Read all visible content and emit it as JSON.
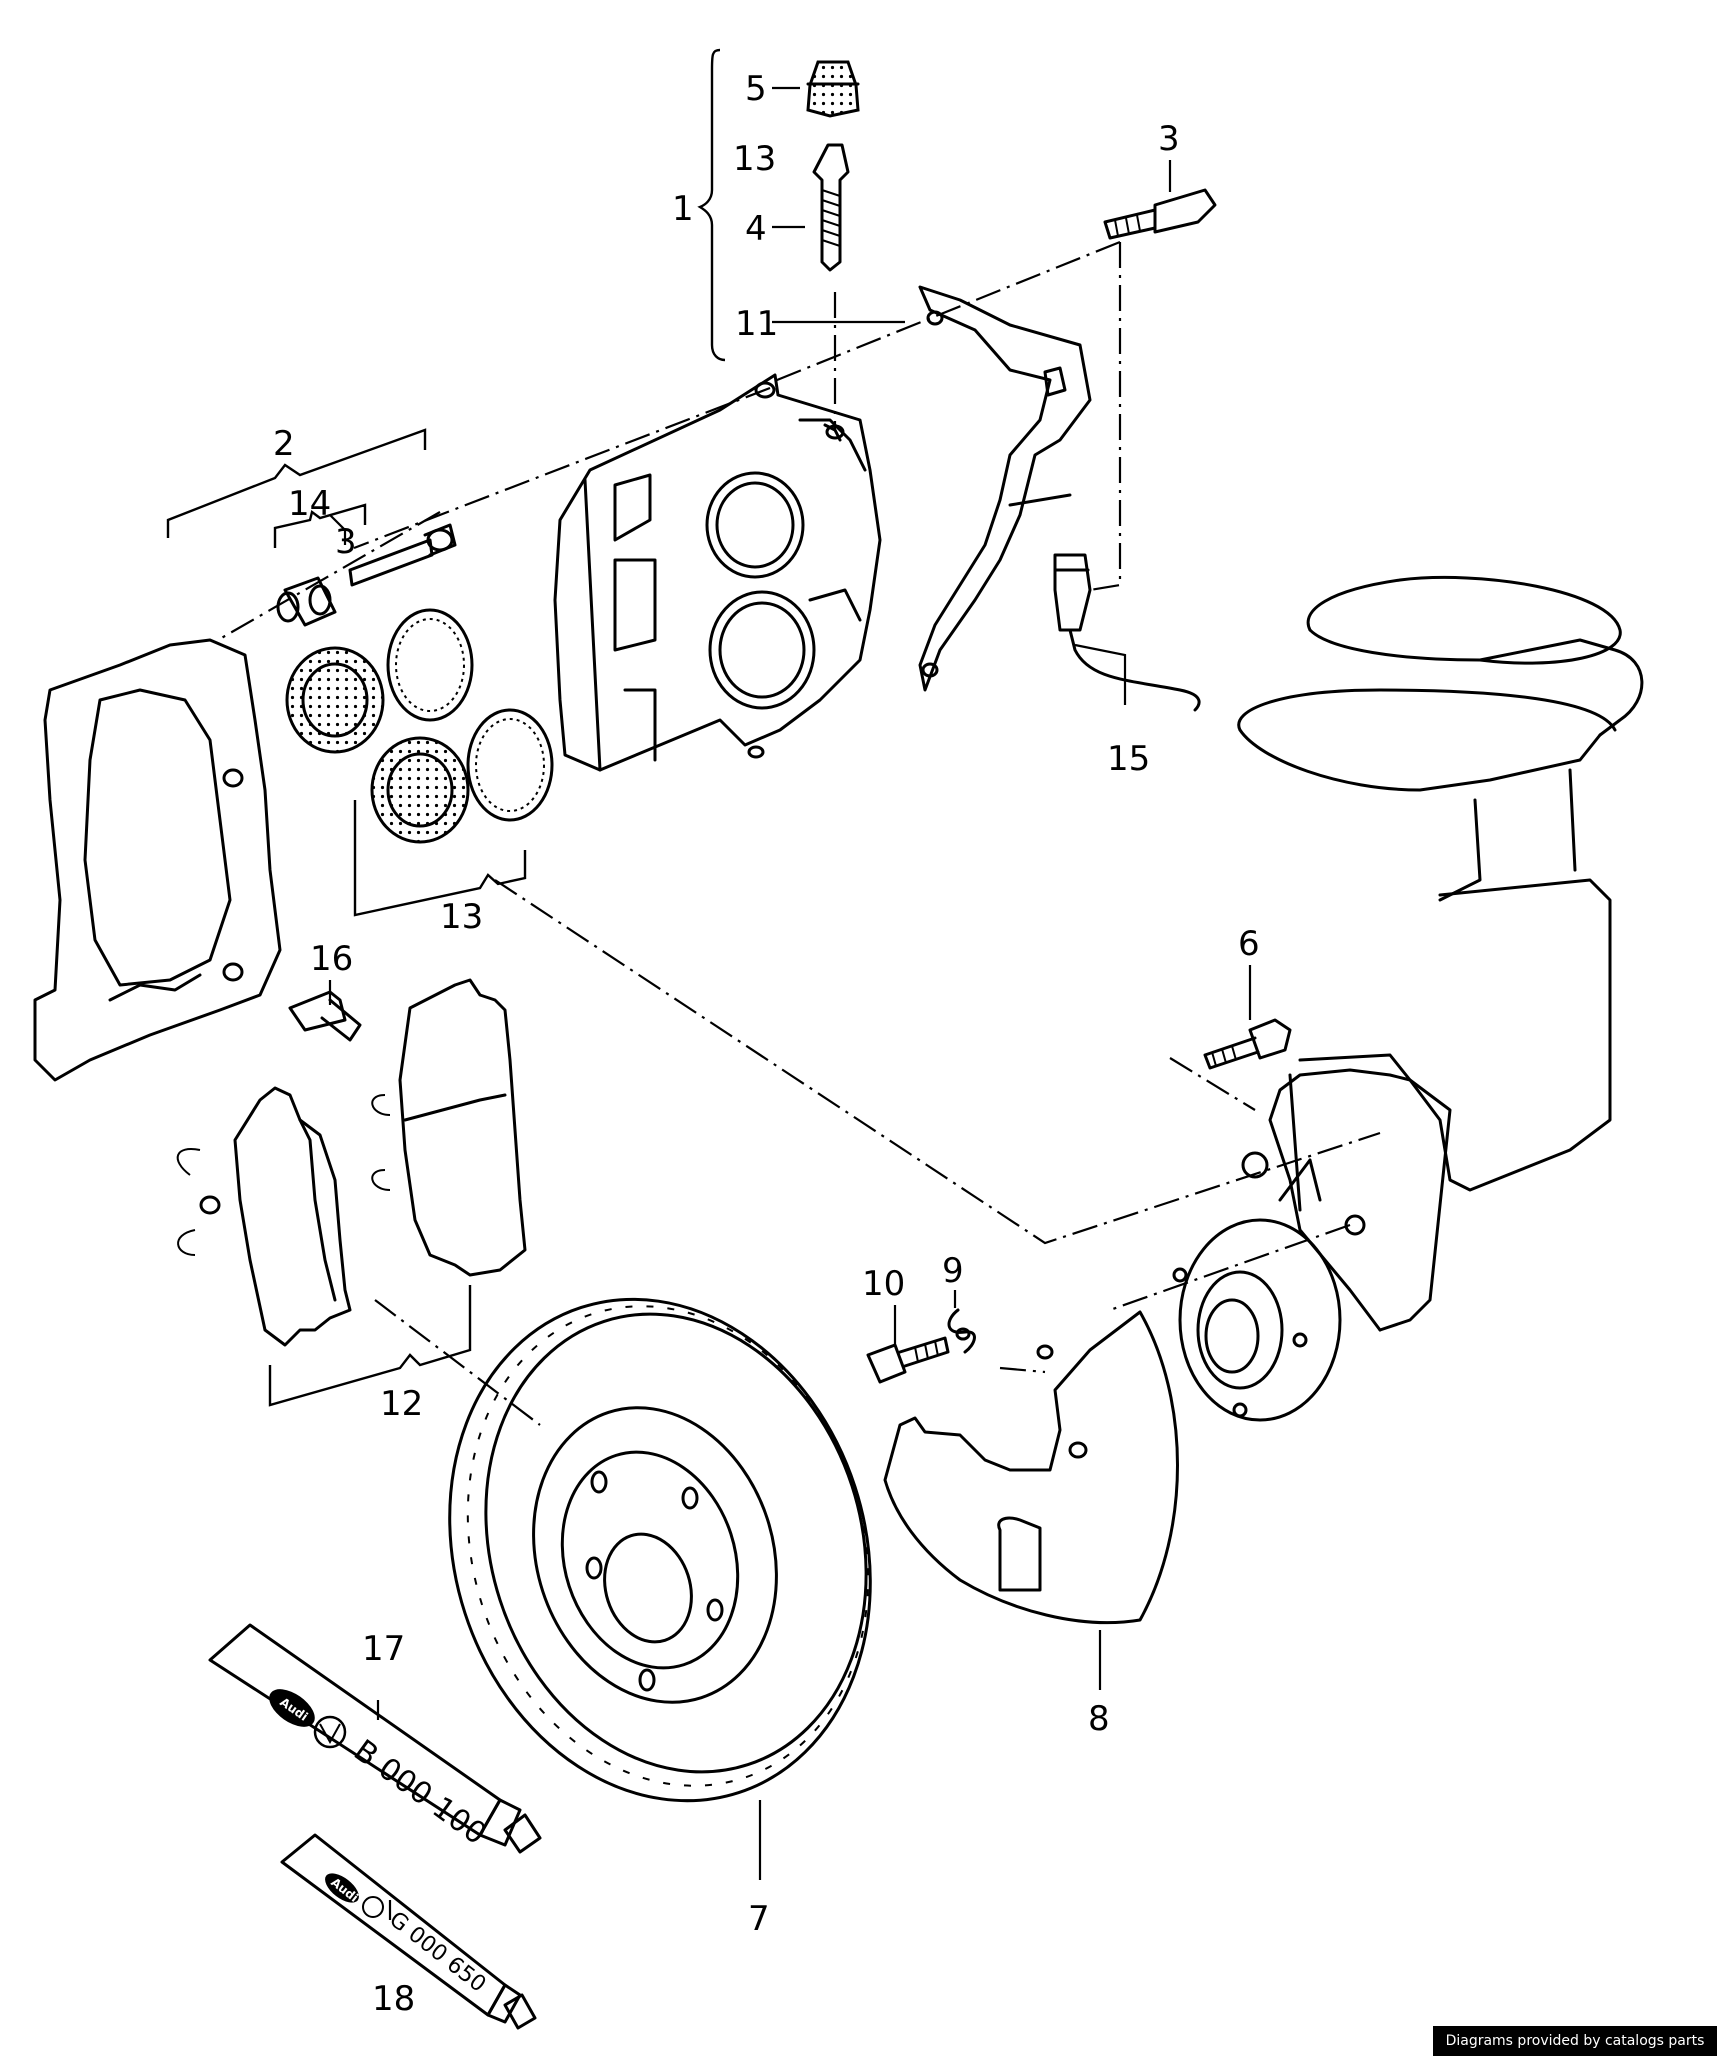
{
  "callouts": {
    "c1": "1",
    "c2": "2",
    "c3a": "3",
    "c3b": "3",
    "c4": "4",
    "c5": "5",
    "c6": "6",
    "c7": "7",
    "c8": "8",
    "c9": "9",
    "c10": "10",
    "c11": "11",
    "c12": "12",
    "c13a": "13",
    "c13b": "13",
    "c14": "14",
    "c15": "15",
    "c16": "16",
    "c17": "17",
    "c18": "18"
  },
  "tubes": {
    "t17_code": "B 000 100",
    "t18_code": "G 000 650",
    "brand": "Audi"
  },
  "footer": {
    "credit": "Diagrams provided by catalogs parts"
  },
  "colors": {
    "line": "#000000",
    "background": "#ffffff",
    "credit_bg": "#000000",
    "credit_text": "#ffffff"
  }
}
